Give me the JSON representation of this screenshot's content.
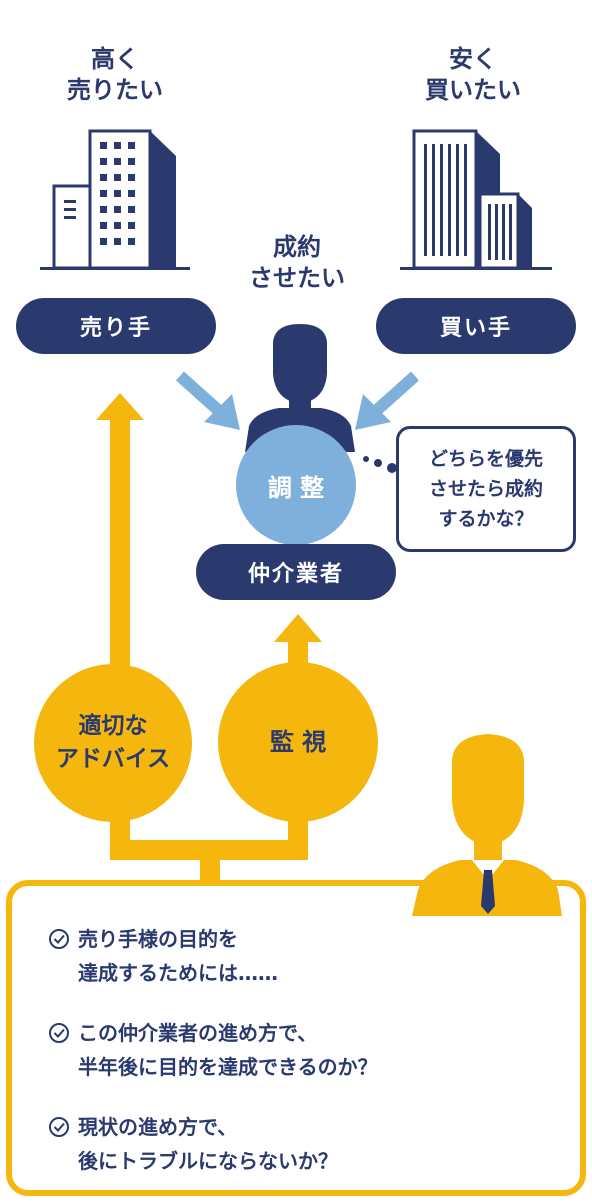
{
  "seller": {
    "wish_line1": "高く",
    "wish_line2": "売りたい",
    "label": "売り手"
  },
  "buyer": {
    "wish_line1": "安く",
    "wish_line2": "買いたい",
    "label": "買い手"
  },
  "broker": {
    "wish_line1": "成約",
    "wish_line2": "させたい",
    "adjust_label": "調 整",
    "label": "仲介業者",
    "thought_line1": "どちらを優先",
    "thought_line2": "させたら成約",
    "thought_line3": "するかな？"
  },
  "advisor": {
    "advice_line1": "適切な",
    "advice_line2": "アドバイス",
    "monitor_label": "監 視"
  },
  "checklist": [
    {
      "line1": "売り手様の目的を",
      "line2": "達成するためには……"
    },
    {
      "line1": "この仲介業者の進め方で、",
      "line2": "半年後に目的を達成できるのか？"
    },
    {
      "line1": "現状の進め方で、",
      "line2": "後にトラブルにならないか？"
    }
  ],
  "colors": {
    "navy": "#2b3a6e",
    "yellow": "#f5b60e",
    "light_blue": "#7fb0dc",
    "white": "#ffffff"
  },
  "icons": {
    "seller_building": "office-building-icon",
    "buyer_building": "office-building-icon",
    "broker_person": "person-silhouette-icon",
    "advisor_person": "businessman-icon",
    "check": "check-circle-icon",
    "arrow": "arrow-icon"
  }
}
